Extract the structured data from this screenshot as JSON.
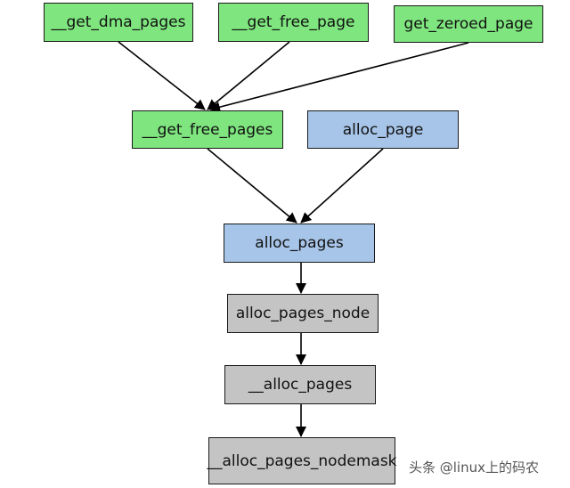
{
  "diagram": {
    "nodes": {
      "get_dma_pages": {
        "label": "__get_dma_pages",
        "color": "#7fe57f"
      },
      "get_free_page": {
        "label": "__get_free_page",
        "color": "#7fe57f"
      },
      "get_zeroed_page": {
        "label": "get_zeroed_page",
        "color": "#7fe57f"
      },
      "get_free_pages": {
        "label": "__get_free_pages",
        "color": "#7fe57f"
      },
      "alloc_page": {
        "label": "alloc_page",
        "color": "#a7c5e8"
      },
      "alloc_pages": {
        "label": "alloc_pages",
        "color": "#a7c5e8"
      },
      "alloc_pages_node": {
        "label": "alloc_pages_node",
        "color": "#c4c4c4"
      },
      "under_alloc_pages": {
        "label": "__alloc_pages",
        "color": "#c4c4c4"
      },
      "alloc_pages_nodemask": {
        "label": "__alloc_pages_nodemask",
        "color": "#c4c4c4"
      }
    },
    "edges": [
      {
        "from": "get_dma_pages",
        "to": "get_free_pages"
      },
      {
        "from": "get_free_page",
        "to": "get_free_pages"
      },
      {
        "from": "get_zeroed_page",
        "to": "get_free_pages"
      },
      {
        "from": "get_free_pages",
        "to": "alloc_pages"
      },
      {
        "from": "alloc_page",
        "to": "alloc_pages"
      },
      {
        "from": "alloc_pages",
        "to": "alloc_pages_node"
      },
      {
        "from": "alloc_pages_node",
        "to": "under_alloc_pages"
      },
      {
        "from": "under_alloc_pages",
        "to": "alloc_pages_nodemask"
      }
    ]
  },
  "watermark": "头条 @linux上的码农"
}
